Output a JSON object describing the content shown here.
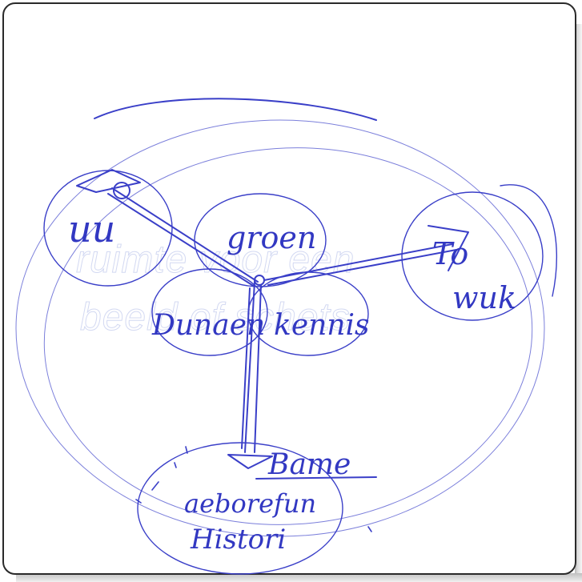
{
  "watermark": {
    "line1": "ruimte voor een",
    "line2": "beeld of schets"
  },
  "nodes": {
    "center": "groen",
    "left_bottom": "Dunaen",
    "right_bottom": "kennis",
    "left": "uu",
    "right_top": "To",
    "right": "wuk",
    "bottom_top": "Bame",
    "bottom_mid": "aeborefun",
    "bottom_low": "Histori"
  },
  "colors": {
    "ink": "#3a3fc8",
    "watermark": "#d3d9f2",
    "border": "#2a2a2a"
  }
}
